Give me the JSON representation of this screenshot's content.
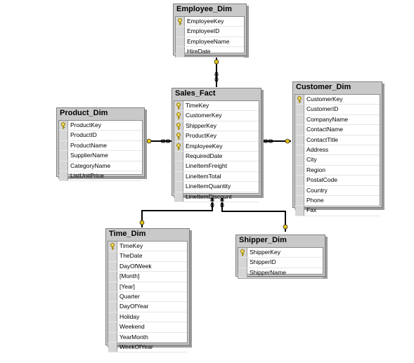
{
  "tables": {
    "employee": {
      "name": "Employee_Dim",
      "columns": [
        {
          "label": "EmployeeKey",
          "pk": true
        },
        {
          "label": "EmployeeID",
          "pk": false
        },
        {
          "label": "EmployeeName",
          "pk": false
        },
        {
          "label": "HireDate",
          "pk": false
        }
      ]
    },
    "sales": {
      "name": "Sales_Fact",
      "columns": [
        {
          "label": "TimeKey",
          "pk": true
        },
        {
          "label": "CustomerKey",
          "pk": true
        },
        {
          "label": "ShipperKey",
          "pk": true
        },
        {
          "label": "ProductKey",
          "pk": true
        },
        {
          "label": "EmployeeKey",
          "pk": true
        },
        {
          "label": "RequiredDate",
          "pk": false
        },
        {
          "label": "LineItemFreight",
          "pk": false
        },
        {
          "label": "LineItemTotal",
          "pk": false
        },
        {
          "label": "LineItemQuantity",
          "pk": false
        },
        {
          "label": "LineItemDiscount",
          "pk": false
        }
      ]
    },
    "product": {
      "name": "Product_Dim",
      "columns": [
        {
          "label": "ProductKey",
          "pk": true
        },
        {
          "label": "ProductID",
          "pk": false
        },
        {
          "label": "ProductName",
          "pk": false
        },
        {
          "label": "SupplierName",
          "pk": false
        },
        {
          "label": "CategoryName",
          "pk": false
        },
        {
          "label": "ListUnitPrice",
          "pk": false
        }
      ]
    },
    "customer": {
      "name": "Customer_Dim",
      "columns": [
        {
          "label": "CustomerKey",
          "pk": true
        },
        {
          "label": "CustomerID",
          "pk": false
        },
        {
          "label": "CompanyName",
          "pk": false
        },
        {
          "label": "ContactName",
          "pk": false
        },
        {
          "label": "ContactTitle",
          "pk": false
        },
        {
          "label": "Address",
          "pk": false
        },
        {
          "label": "City",
          "pk": false
        },
        {
          "label": "Region",
          "pk": false
        },
        {
          "label": "PostalCode",
          "pk": false
        },
        {
          "label": "Country",
          "pk": false
        },
        {
          "label": "Phone",
          "pk": false
        },
        {
          "label": "Fax",
          "pk": false
        }
      ]
    },
    "time": {
      "name": "Time_Dim",
      "columns": [
        {
          "label": "TimeKey",
          "pk": true
        },
        {
          "label": "TheDate",
          "pk": false
        },
        {
          "label": "DayOfWeek",
          "pk": false
        },
        {
          "label": "[Month]",
          "pk": false
        },
        {
          "label": "[Year]",
          "pk": false
        },
        {
          "label": "Quarter",
          "pk": false
        },
        {
          "label": "DayOfYear",
          "pk": false
        },
        {
          "label": "Holiday",
          "pk": false
        },
        {
          "label": "Weekend",
          "pk": false
        },
        {
          "label": "YearMonth",
          "pk": false
        },
        {
          "label": "WeekOfYear",
          "pk": false
        }
      ]
    },
    "shipper": {
      "name": "Shipper_Dim",
      "columns": [
        {
          "label": "ShipperKey",
          "pk": true
        },
        {
          "label": "ShipperID",
          "pk": false
        },
        {
          "label": "ShipperName",
          "pk": false
        }
      ]
    }
  },
  "colors": {
    "key_icon": "#e3c21a",
    "line": "#000000",
    "header_bg": "#c9c9c9"
  }
}
